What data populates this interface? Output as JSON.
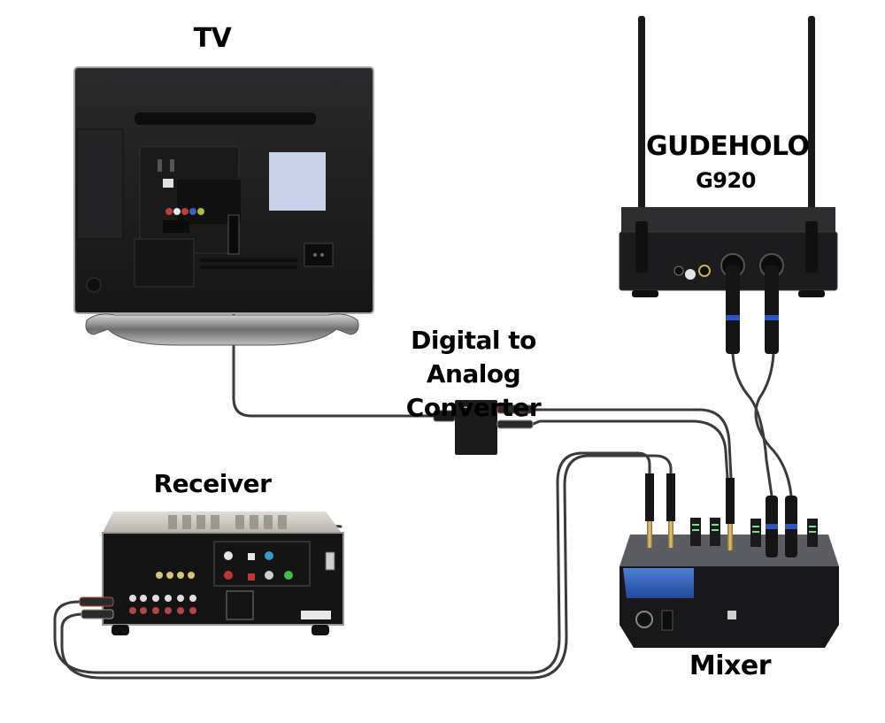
{
  "diagram": {
    "title": "TV audio to mixer wiring diagram",
    "devices": [
      {
        "id": "tv",
        "label": "TV",
        "description": "Rear view of flat-screen TV with optical output"
      },
      {
        "id": "wireless_receiver",
        "label": "GUDEHOLO",
        "model": "G920",
        "description": "Wireless microphone receiver with two antennas and two XLR outputs"
      },
      {
        "id": "dac",
        "label_line1": "Digital to Analog",
        "label_line2": "Converter",
        "description": "Optical to RCA converter box"
      },
      {
        "id": "av_receiver",
        "label": "Receiver",
        "description": "AV receiver rear panel"
      },
      {
        "id": "mixer",
        "label": "Mixer",
        "description": "Audio mixer with blue side panel"
      }
    ],
    "connections": [
      {
        "from": "tv",
        "to": "dac",
        "cable": "optical (Toslink)"
      },
      {
        "from": "dac",
        "to": "mixer",
        "cable": "dual RCA to 1/4-inch"
      },
      {
        "from": "wireless_receiver",
        "to": "mixer",
        "cable": "dual XLR"
      },
      {
        "from": "mixer",
        "to": "av_receiver",
        "cable": "dual 1/4-inch to RCA"
      }
    ],
    "colors": {
      "background": "#ffffff",
      "device_body": "#1c1c1e",
      "cable": "#3a3a3a",
      "mixer_accent": "#2f5fb3",
      "xlr_ring": "#2a56c6",
      "tv_label_plate": "#c9d2ea",
      "receiver_top": "#c8c4bd"
    }
  }
}
